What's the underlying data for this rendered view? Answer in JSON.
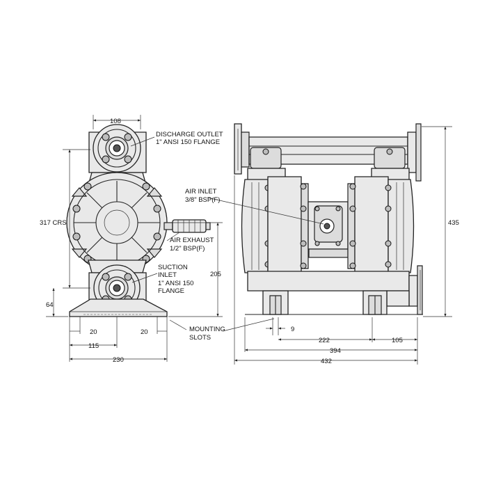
{
  "labels": {
    "discharge_outlet_1": "DISCHARGE OUTLET",
    "discharge_outlet_2": "1\" ANSI 150 FLANGE",
    "air_inlet_1": "AIR INLET",
    "air_inlet_2": "3/8\" BSP(F)",
    "air_exhaust_1": "AIR EXHAUST",
    "air_exhaust_2": "1/2\" BSP(F)",
    "suction_inlet_1": "SUCTION",
    "suction_inlet_2": "INLET",
    "suction_inlet_3": "1\" ANSI 150",
    "suction_inlet_4": "FLANGE",
    "mounting_slots_1": "MOUNTING",
    "mounting_slots_2": "SLOTS"
  },
  "dimensions": {
    "top_flange_width": "108",
    "crs": "317 CRS",
    "base_height": "64",
    "suction_height": "205",
    "slot_offset_left": "20",
    "slot_offset_right": "20",
    "half_base": "115",
    "base_width": "230",
    "overall_height": "435",
    "slot_width": "9",
    "slot_spacing": "222",
    "right_offset": "105",
    "foot_width": "394",
    "overall_length": "432"
  }
}
